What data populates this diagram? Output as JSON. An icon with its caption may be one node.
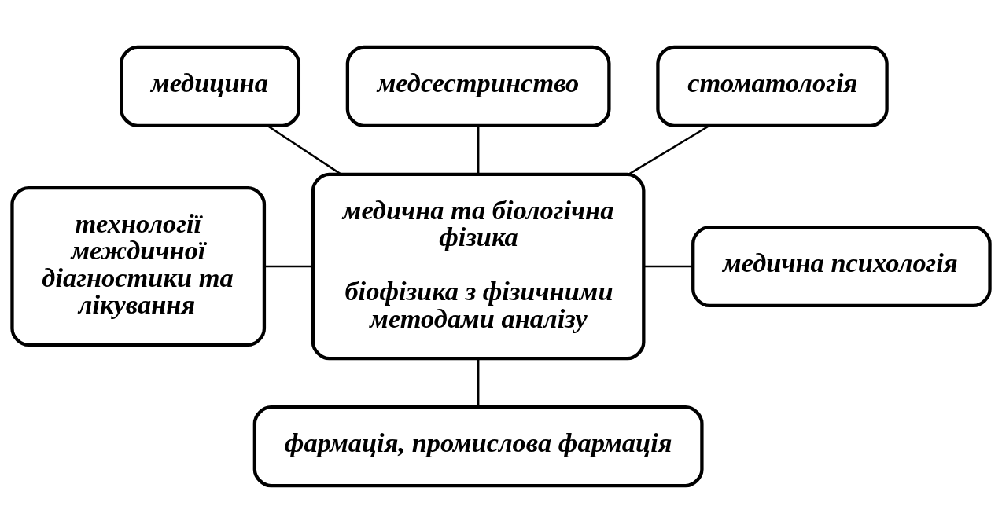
{
  "diagram": {
    "nodes": [
      {
        "text": [
          "медична та біологічна фізика",
          "біофізика з фізичними методами аналізу"
        ]
      },
      {
        "text": [
          "медицина"
        ]
      },
      {
        "text": [
          "медсестринство"
        ]
      },
      {
        "text": [
          "стоматологія"
        ]
      },
      {
        "text": [
          "технології междичної діагностики та лікування"
        ]
      },
      {
        "text": [
          "медична психологія"
        ]
      },
      {
        "text": [
          "фармація, промислова фармація"
        ]
      }
    ],
    "edges": [
      {
        "from": 2,
        "to": 0,
        "arrow": "none"
      },
      {
        "from": 1,
        "to": 0,
        "arrow": "none"
      },
      {
        "from": 3,
        "to": 0,
        "arrow": "none"
      },
      {
        "from": 4,
        "to": 0,
        "arrow": "none"
      },
      {
        "from": 0,
        "to": 5,
        "arrow": "none"
      },
      {
        "from": 0,
        "to": 6,
        "arrow": "none"
      }
    ]
  }
}
